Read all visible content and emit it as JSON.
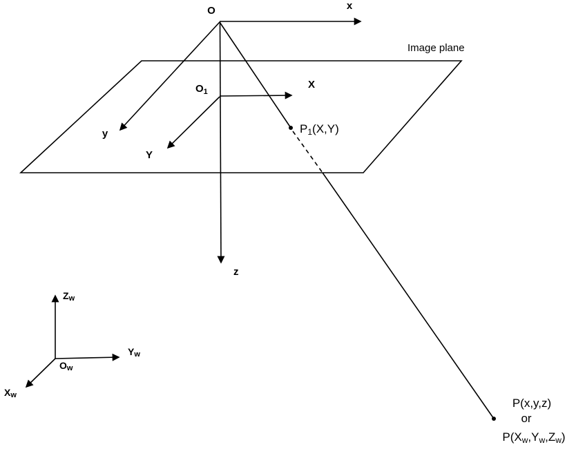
{
  "diagram": {
    "image_plane_label": "Image plane",
    "camera_frame": {
      "origin": "O",
      "x": "x",
      "y": "y",
      "z": "z"
    },
    "image_frame": {
      "origin_base": "O",
      "origin_sub": "1",
      "x": "X",
      "y": "Y"
    },
    "image_point": {
      "base": "P",
      "sub": "1",
      "coords": "(X,Y)"
    },
    "world_point": {
      "line1": "P(x,y,z)",
      "line2": "or",
      "line3_parts": {
        "a": "P(X",
        "a_sub": "w",
        "b": ",Y",
        "b_sub": "w",
        "c": ",Z",
        "c_sub": "w",
        "d": ")"
      }
    },
    "world_frame": {
      "origin_base": "O",
      "origin_sub": "w",
      "x_base": "X",
      "x_sub": "w",
      "y_base": "Y",
      "y_sub": "w",
      "z_base": "Z",
      "z_sub": "w"
    }
  }
}
